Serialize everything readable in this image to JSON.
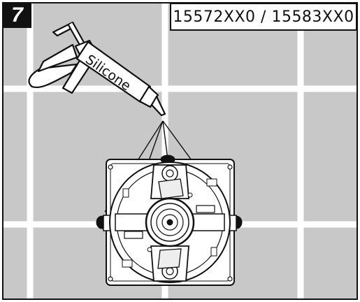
{
  "step": {
    "number": "7"
  },
  "model": {
    "label": "15572XX0 / 15583XX0"
  },
  "tool": {
    "label": "Silicone"
  },
  "colors": {
    "wall": "#c8c8c8",
    "grout": "#ffffff",
    "ink": "#111111"
  },
  "icons": {
    "caulk_gun": "caulk-gun-icon",
    "mixer_body": "thermostat-body-icon"
  }
}
